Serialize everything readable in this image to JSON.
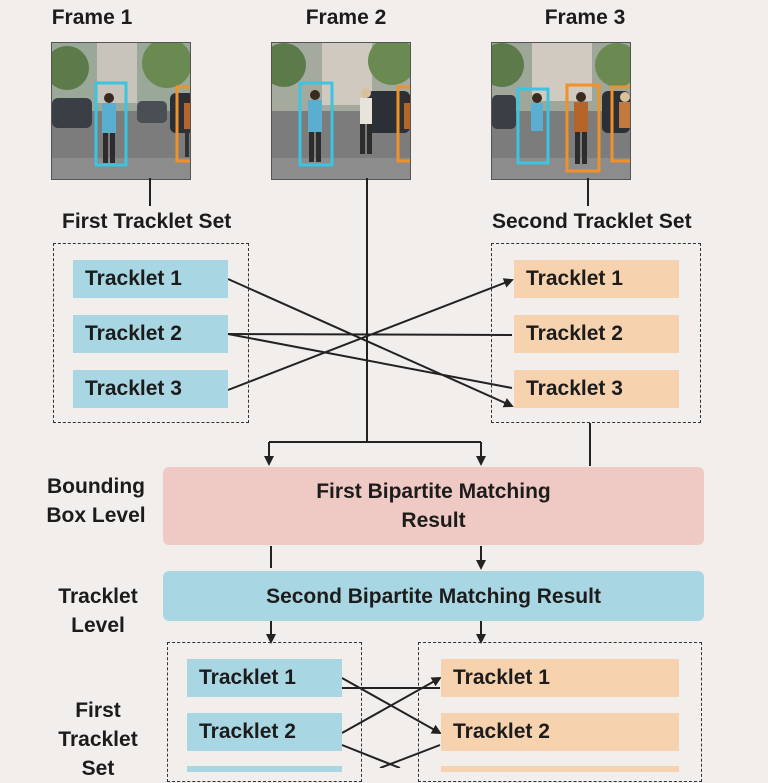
{
  "frames": [
    {
      "title": "Frame 1"
    },
    {
      "title": "Frame 2"
    },
    {
      "title": "Frame 3"
    }
  ],
  "first_set_title": "First Tracklet Set",
  "second_set_title": "Second Tracklet Set",
  "left_tracklets": [
    "Tracklet 1",
    "Tracklet 2",
    "Tracklet 3"
  ],
  "right_tracklets": [
    "Tracklet 1",
    "Tracklet 2",
    "Tracklet 3"
  ],
  "bbox_level_label": [
    "Bounding",
    "Box Level"
  ],
  "first_matching": [
    "First Bipartite Matching",
    "Result"
  ],
  "tracklet_level_label": [
    "Tracklet",
    "Level"
  ],
  "second_matching": "Second Bipartite Matching Result",
  "bottom_left_tracklets": [
    "Tracklet 1",
    "Tracklet 2"
  ],
  "bottom_right_tracklets": [
    "Tracklet 1",
    "Tracklet 2"
  ],
  "bottom_set_label": [
    "First",
    "Tracklet",
    "Set"
  ],
  "colors": {
    "blue_box": "#a9d6e3",
    "orange_box": "#f6d2ae",
    "pink_box": "#efc9c3",
    "cyan_detection": "#3cc4e0",
    "orange_detection": "#f0912a"
  }
}
